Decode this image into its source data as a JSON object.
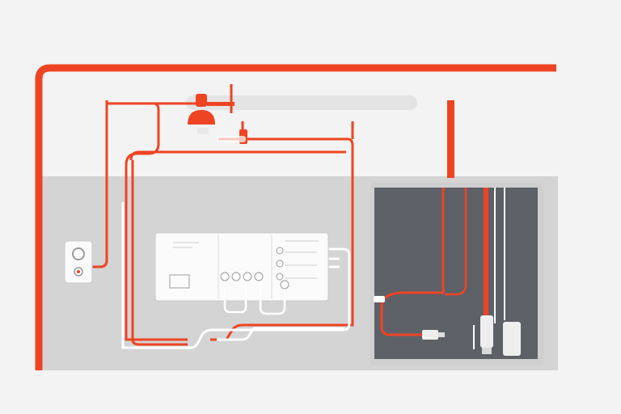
{
  "colors": {
    "background": "#f3f3f3",
    "pipe_red": "#ee4423",
    "pipe_white": "#ffffff",
    "wall_gray": "#d4d4d4",
    "cabinet_dark": "#5e6068",
    "cabinet_frame": "#cfcfcf",
    "overhead_rail": "#e4e4e4",
    "unit_body": "#fbfbfb",
    "unit_stroke": "#c9c9c9"
  },
  "components": {
    "main_pipe": "red-supply-pipe",
    "overhead_rail": "overhead-gray-rail",
    "pump_valve": "pump-valve-icon",
    "wall_switch": "wall-switch-icon",
    "control_unit": "manifold-control-unit",
    "cabinet": "utility-cabinet",
    "cabinet_fittings": [
      "valve-fitting-icon",
      "filter-cartridge-icon",
      "clip-fitting-icon"
    ]
  }
}
